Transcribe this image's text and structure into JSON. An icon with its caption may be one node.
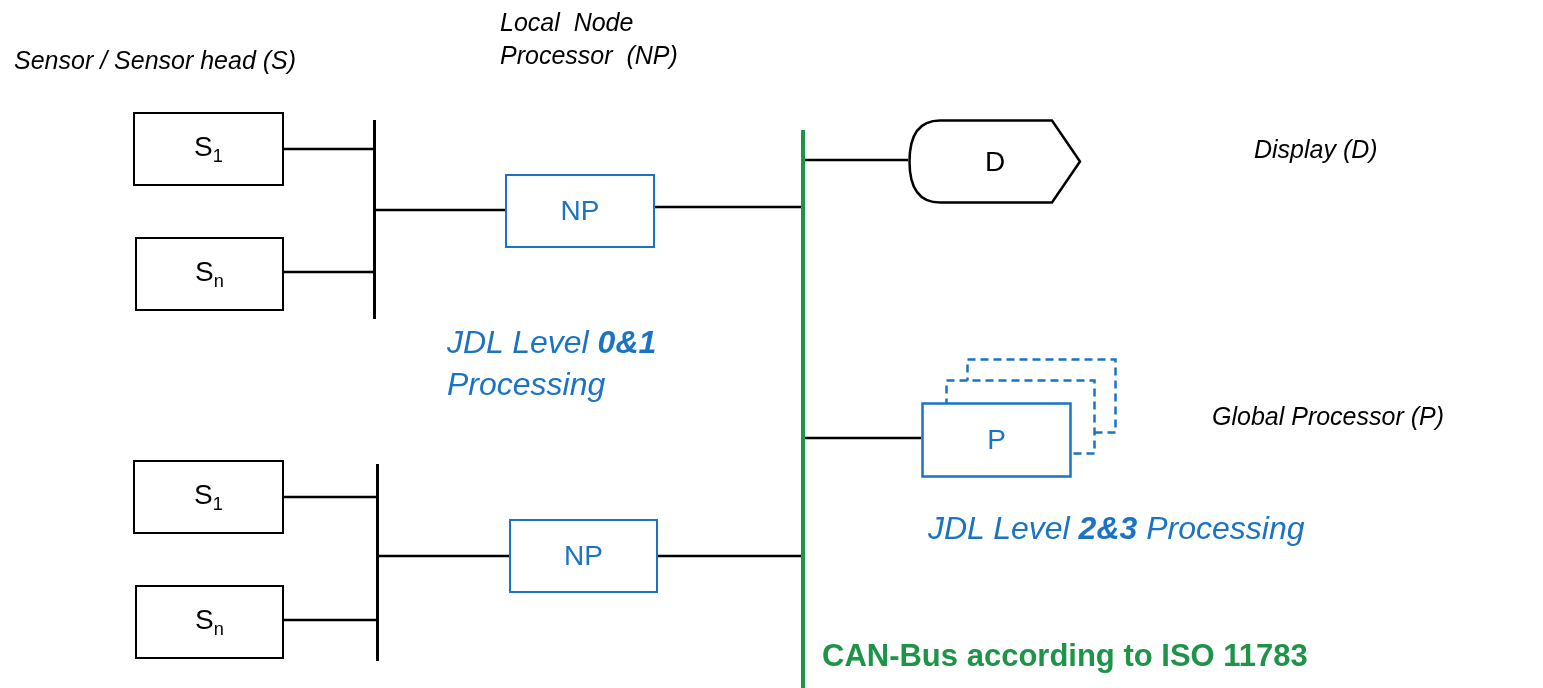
{
  "diagram": {
    "nodes": [
      {
        "text": [
          "S$_{1}$"
        ]
      },
      {
        "text": [
          "S$_{n}$"
        ]
      },
      {
        "text": [],
        "shape": "bar"
      },
      {
        "text": [
          "NP"
        ]
      },
      {
        "text": [
          "S$_{1}$"
        ]
      },
      {
        "text": [
          "S$_{n}$"
        ]
      },
      {
        "text": [],
        "shape": "bar"
      },
      {
        "text": [
          "NP"
        ]
      },
      {
        "text": [],
        "shape": "bar",
        "beside": [
          "CAN-Bus according to  ISO 11783"
        ]
      },
      {
        "text": [
          "D"
        ]
      },
      {
        "text": [
          "P"
        ]
      }
    ],
    "edges": [
      {
        "from": 0,
        "to": 2,
        "arrow": "none"
      },
      {
        "from": 1,
        "to": 2,
        "arrow": "none"
      },
      {
        "from": 2,
        "to": 3,
        "arrow": "none"
      },
      {
        "from": 3,
        "to": 8,
        "arrow": "none"
      },
      {
        "from": 4,
        "to": 6,
        "arrow": "none"
      },
      {
        "from": 5,
        "to": 6,
        "arrow": "none"
      },
      {
        "from": 6,
        "to": 7,
        "arrow": "none"
      },
      {
        "from": 7,
        "to": 8,
        "arrow": "none"
      },
      {
        "from": 8,
        "to": 9,
        "arrow": "none"
      },
      {
        "from": 8,
        "to": 10,
        "arrow": "none"
      }
    ],
    "labels": [
      "Sensor / Sensor head (S)",
      "Local  Node Processor  (NP)",
      "Display (D)",
      "JDL Level **0&1** Processing",
      "Global Processor (P)",
      "JDL Level **2&3** Processing"
    ]
  }
}
